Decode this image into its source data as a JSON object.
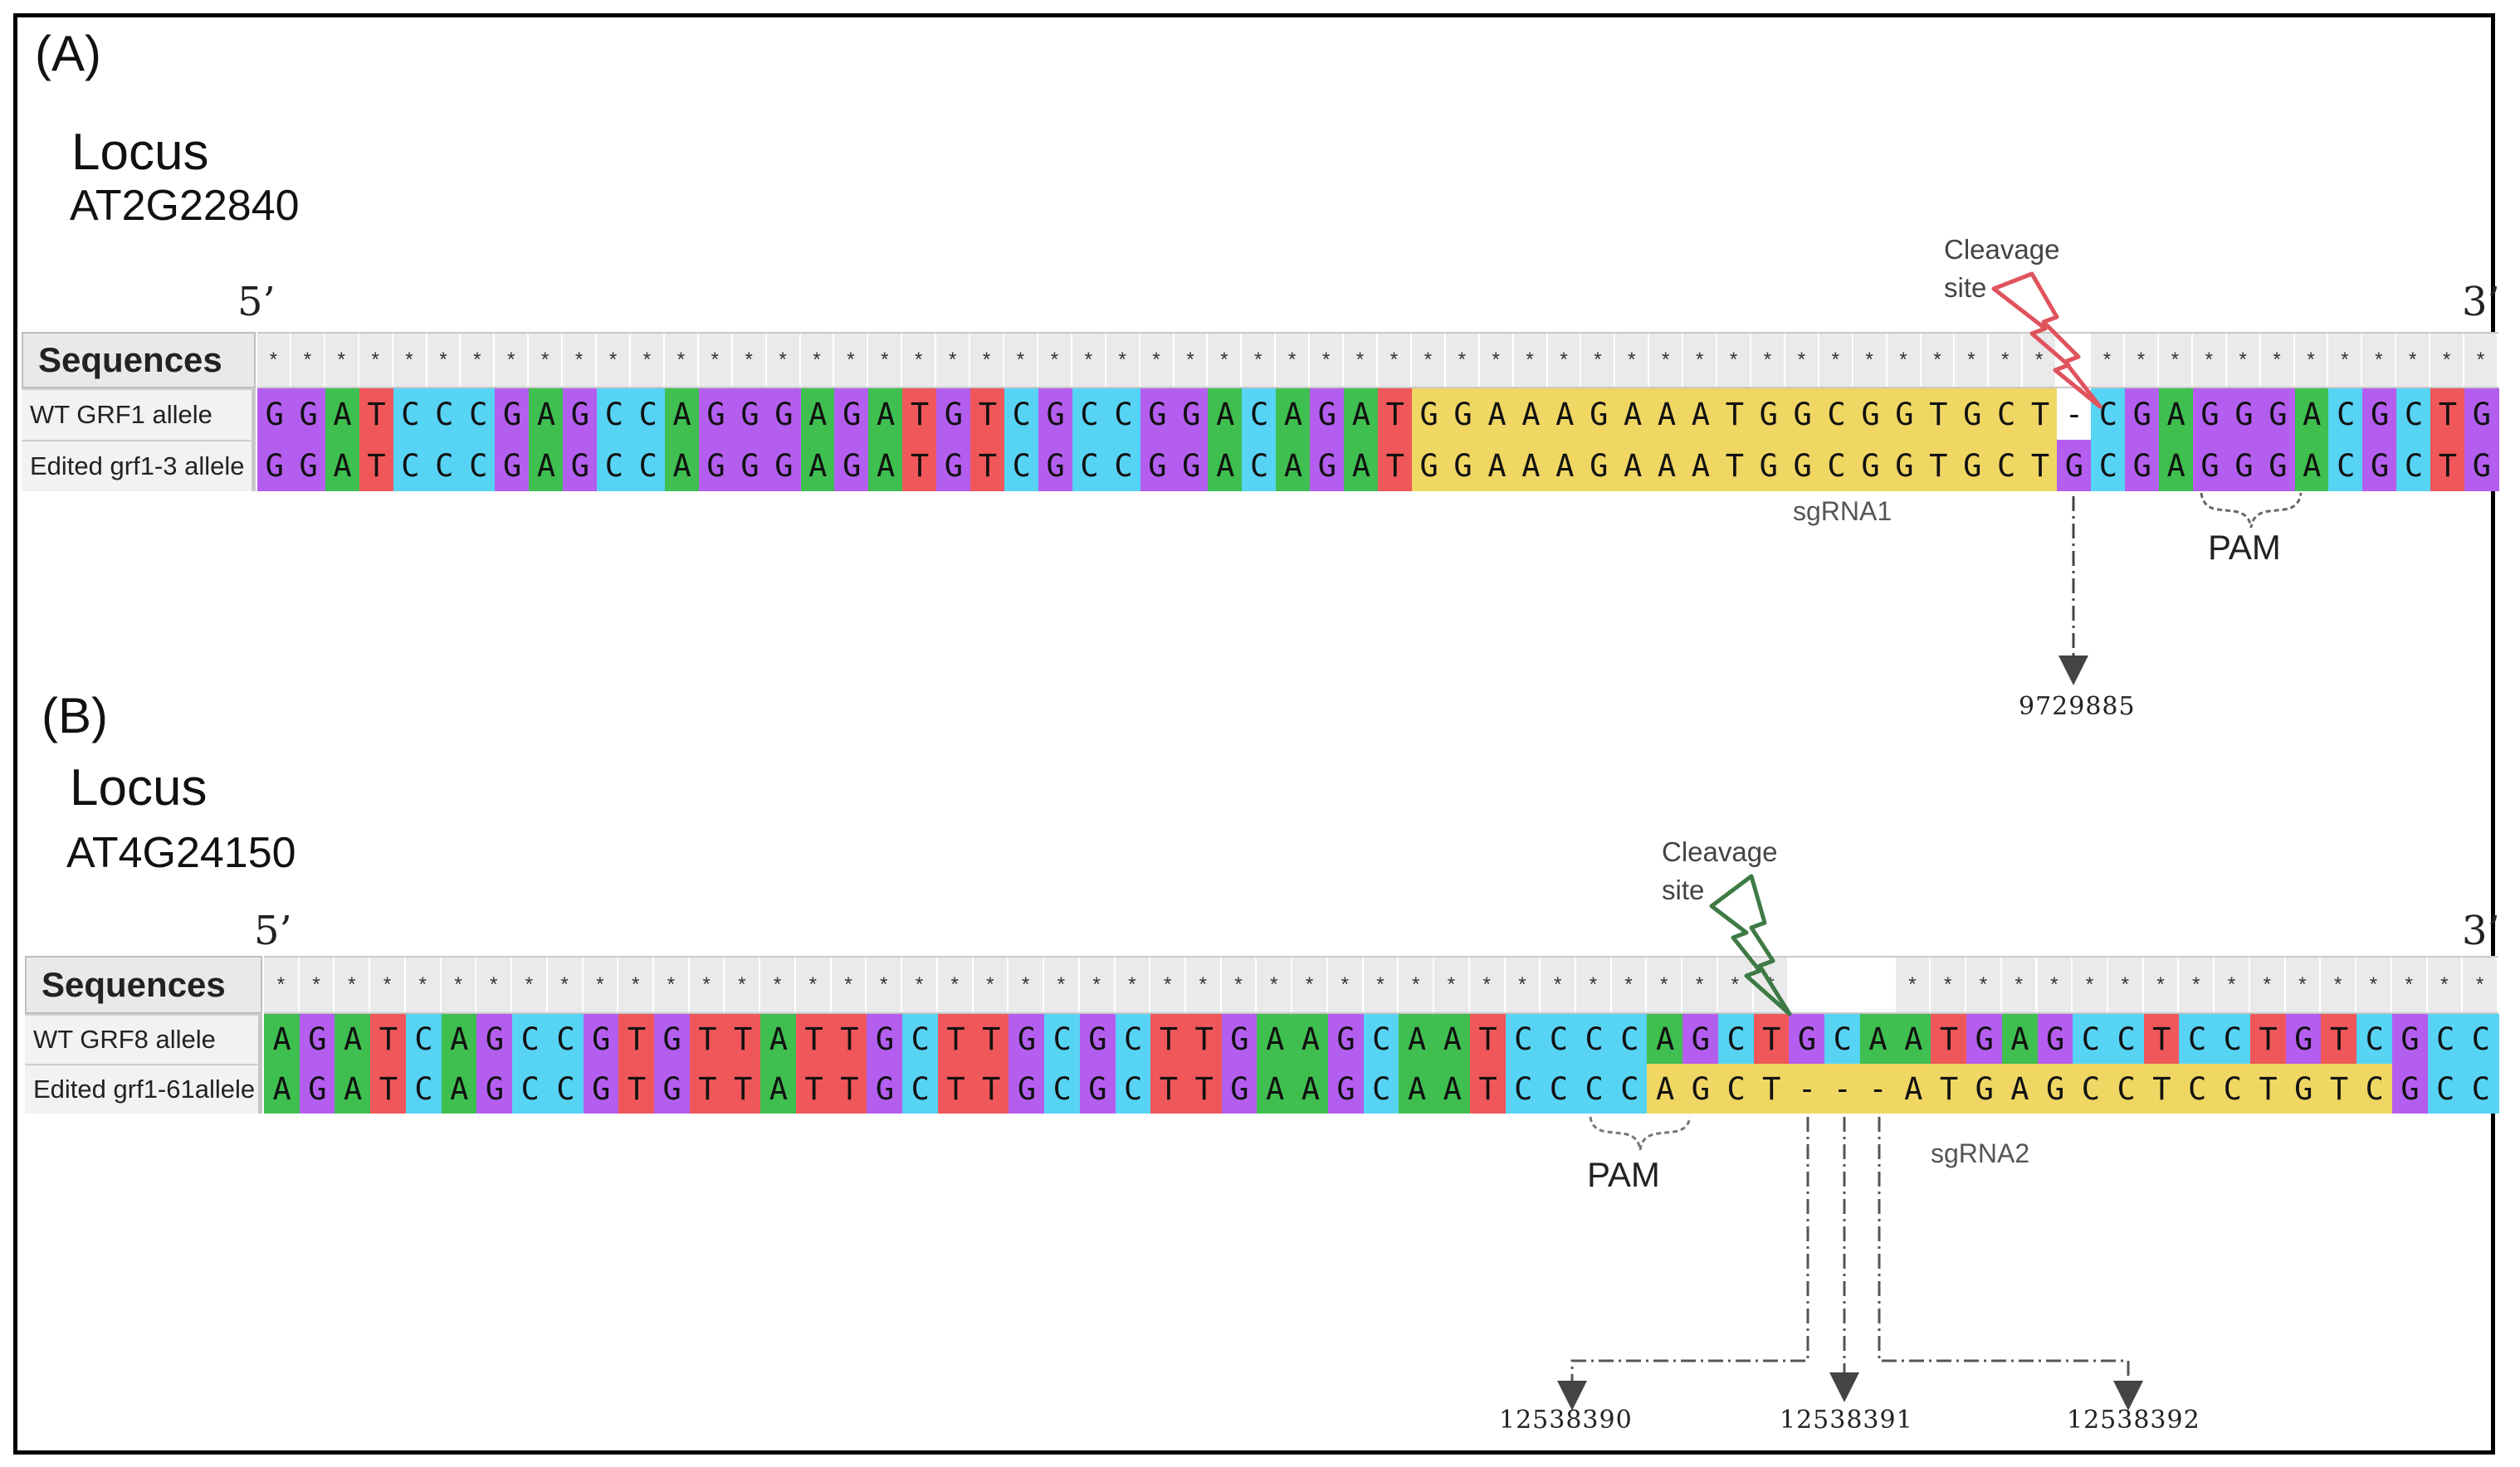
{
  "colors": {
    "A": "#3fbf4f",
    "C": "#57d3f4",
    "G": "#b45ef0",
    "T": "#f0575a",
    "sgRNA": "#f0d663",
    "gap": "#ffffff",
    "cleavage_a": "#e0535d",
    "cleavage_b": "#3e7a45"
  },
  "panel_a": {
    "label": "(A)",
    "locus_word": "Locus",
    "locus_id": "AT2G22840",
    "five_prime": "5’",
    "three_prime": "3’",
    "sequences_header": "Sequences",
    "rows": [
      {
        "name": "WT GRF1 allele",
        "seq": "GGATCCCGAGCCAGGGAGATGTCGCCGGACAGATGGAAAGAAATGGCGGTGCT-CGAGGGACGCTG"
      },
      {
        "name": "Edited grf1-3 allele",
        "seq": "GGATCCCGAGCCAGGGAGATGTCGCCGGACAGATGGAAAGAAATGGCGGTGCTGCGAGGGACGCTG"
      }
    ],
    "cleavage_label_1": "Cleavage",
    "cleavage_label_2": "site",
    "sgrna_label": "sgRNA1",
    "pam_label": "PAM",
    "coordinate": "9729885"
  },
  "panel_b": {
    "label": "(B)",
    "locus_word": "Locus",
    "locus_id": "AT4G24150",
    "five_prime": "5’",
    "three_prime": "3’",
    "sequences_header": "Sequences",
    "rows": [
      {
        "name": "WT GRF8 allele",
        "seq": "AGATCAGCCGTGTTATTGCTTGCGCTTGAAGCAATCCCCAGCTGCAATGAGCCTCCTGTCGCC"
      },
      {
        "name": "Edited grf1-61allele",
        "seq": "AGATCAGCCGTGTTATTGCTTGCGCTTGAAGCAATCCCCAGCT---ATGAGCCTCCTGTCGCC"
      }
    ],
    "cleavage_label_1": "Cleavage",
    "cleavage_label_2": "site",
    "sgrna_label": "sgRNA2",
    "pam_label": "PAM",
    "coordinates": [
      "12538390",
      "12538391",
      "12538392"
    ]
  }
}
